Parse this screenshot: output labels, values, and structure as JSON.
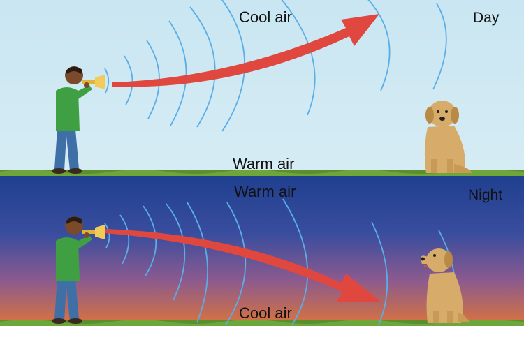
{
  "day": {
    "label": "Day",
    "upper_air": "Cool air",
    "lower_air": "Warm air",
    "sky_colors": [
      "#c9e6f2",
      "#d6ecf4"
    ]
  },
  "night": {
    "label": "Night",
    "upper_air": "Warm air",
    "lower_air": "Cool air",
    "sky_colors": [
      "#1f3f8f",
      "#3a4d9e",
      "#8a5a8f",
      "#d8733f"
    ]
  },
  "colors": {
    "arrow": "#e0483f",
    "wave": "#5aaee8",
    "grass": "#5b8f2e",
    "shirt": "#3fa043",
    "jeans": "#3e6fa6",
    "dog_fur": "#d7ac6a"
  },
  "icons": [
    "person-trumpet-icon",
    "dog-icon",
    "sound-wave-icon",
    "arrow-icon"
  ]
}
